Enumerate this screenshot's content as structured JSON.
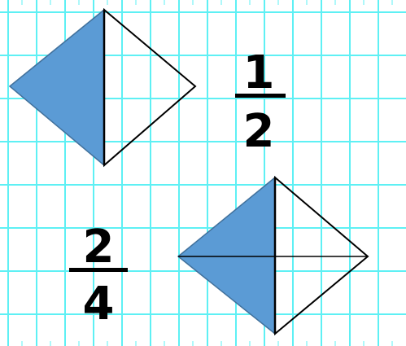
{
  "colors": {
    "grid_line": "#5ef0f4",
    "background": "#ffffff",
    "shaded_fill": "#5b9bd5",
    "shaded_stroke": "#41719c",
    "outline": "#000000"
  },
  "fraction_top": {
    "numerator": "1",
    "denominator": "2"
  },
  "fraction_bottom": {
    "numerator": "2",
    "denominator": "4"
  },
  "shapes": {
    "top_square": {
      "parts": 2,
      "shaded": 1
    },
    "bottom_square": {
      "parts": 4,
      "shaded": 2
    }
  }
}
